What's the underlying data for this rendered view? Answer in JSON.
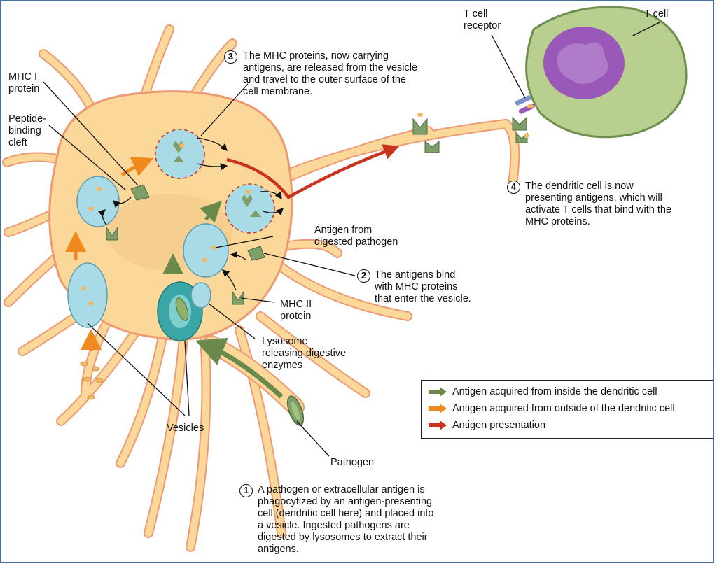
{
  "labels": {
    "mhc_i": "MHC I\nprotein",
    "peptide_cleft": "Peptide-\nbinding\ncleft",
    "t_cell_receptor": "T cell\nreceptor",
    "t_cell": "T cell",
    "antigen_digested": "Antigen from\ndigested pathogen",
    "mhc_ii": "MHC II\nprotein",
    "lysosome": "Lysosome\nreleasing digestive\nenzymes",
    "vesicles": "Vesicles",
    "pathogen": "Pathogen"
  },
  "steps": [
    {
      "number": "1",
      "text": "A pathogen or extracellular antigen is\nphagocytized by an antigen-presenting\ncell (dendritic cell here) and placed into\na vesicle. Ingested pathogens are\ndigested by lysosomes to extract their\nantigens."
    },
    {
      "number": "2",
      "text": "The antigens bind\nwith MHC proteins\nthat enter the vesicle."
    },
    {
      "number": "3",
      "text": "The MHC proteins, now carrying\nantigens, are released from the vesicle\nand travel to the outer surface of the\ncell membrane."
    },
    {
      "number": "4",
      "text": "The dendritic cell is now\npresenting antigens, which will\nactivate T cells that bind with the\nMHC proteins."
    }
  ],
  "legend": [
    {
      "text": "Antigen acquired from inside the dendritic cell",
      "color": "#6a8a4c"
    },
    {
      "text": "Antigen acquired from outside of the dendritic cell",
      "color": "#f08a1e"
    },
    {
      "text": "Antigen presentation",
      "color": "#c8321e"
    }
  ],
  "colors": {
    "cell_fill": "#fbd89a",
    "cell_outline": "#ec9a72",
    "vesicle": "#a9dbe6",
    "mhc_protein": "#7f9f6a",
    "t_cell_membrane": "#b8cf8f",
    "t_cell_nucleus": "#9a58b8",
    "frame": "#4a6e95"
  }
}
